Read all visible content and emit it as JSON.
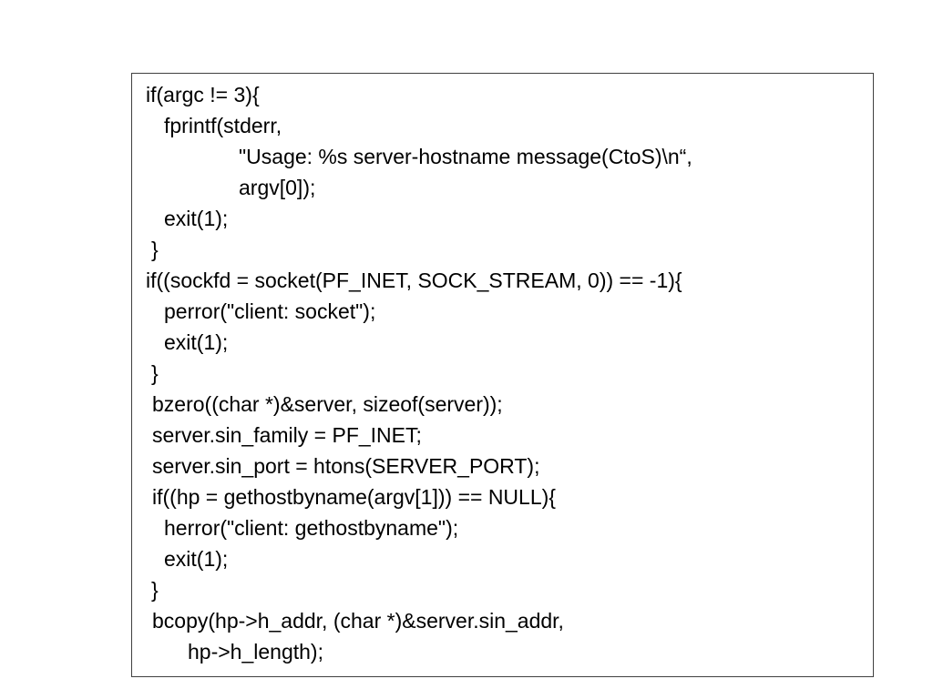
{
  "code_lines": [
    "if(argc != 3){",
    "fprintf(stderr,",
    "\"Usage: %s server-hostname message(CtoS)\\n“,",
    "argv[0]);",
    "exit(1);",
    "}",
    "if((sockfd = socket(PF_INET, SOCK_STREAM, 0)) == -1){",
    "perror(\"client: socket\");",
    "exit(1);",
    "}",
    "bzero((char *)&server, sizeof(server));",
    "server.sin_family = PF_INET;",
    "server.sin_port = htons(SERVER_PORT);",
    "if((hp = gethostbyname(argv[1])) == NULL){",
    "herror(\"client: gethostbyname\");",
    "exit(1);",
    "}",
    "bcopy(hp->h_addr, (char *)&server.sin_addr,",
    "hp->h_length);"
  ]
}
